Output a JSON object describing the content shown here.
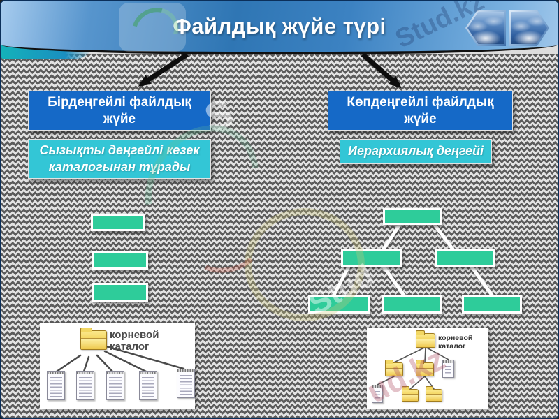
{
  "header": {
    "title": "Файлдық жүйе түрі"
  },
  "panels": {
    "left": {
      "heading": "Бірдеңгейлі файлдық жүйе",
      "description": "Сызықты деңгейлі кезек каталогынан тұрады"
    },
    "right": {
      "heading": "Көпдеңгейлі файлдық жүйе",
      "description": "Иерархиялық деңгейі"
    }
  },
  "figures": {
    "left_caption": "корневой каталог",
    "right_caption": "корневой каталог"
  },
  "watermarks": {
    "header_text": "Stud.kz",
    "letter": "S",
    "mid_text": "Stud",
    "bottom_text": "ud.kz"
  },
  "icons": {
    "nav_back": "hexagon-arrow-left",
    "nav_forward": "hexagon-arrow-right",
    "folder": "yellow-folder",
    "document": "notepad-document"
  },
  "colors": {
    "header_blue": "#2f76b4",
    "box_blue": "#1569c7",
    "box_cyan": "#33c6d6",
    "node_green": "#2ecc9a",
    "arrow_black": "#0d0d0d"
  }
}
